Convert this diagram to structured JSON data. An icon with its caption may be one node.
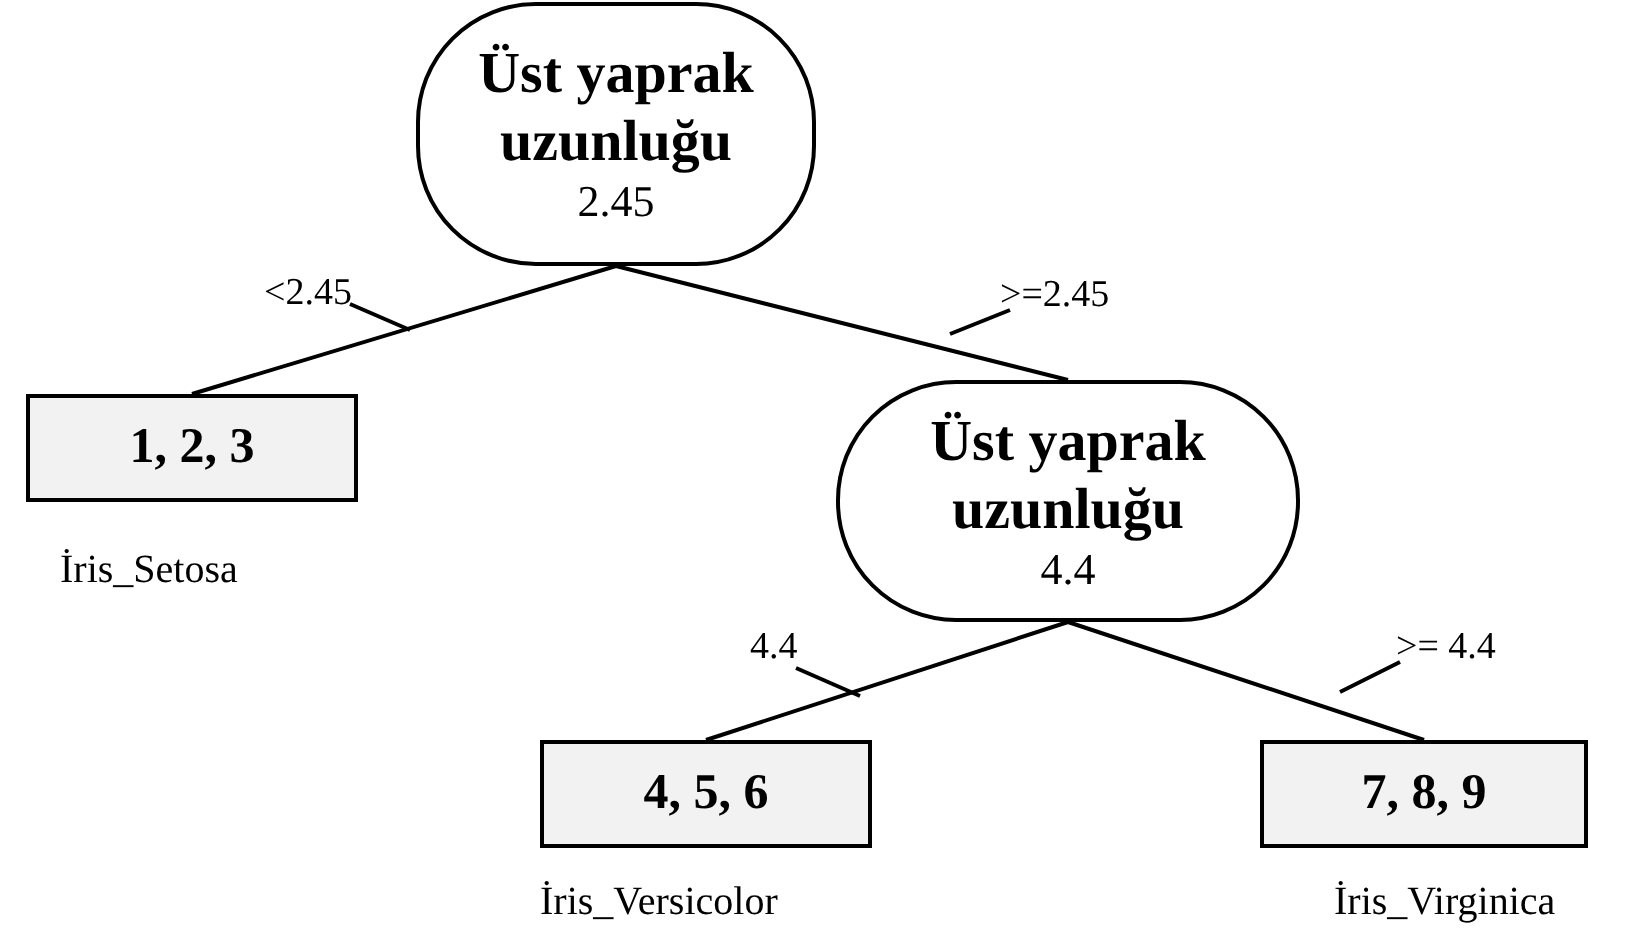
{
  "diagram": {
    "nodes": [
      {
        "text": [
          "Üst yaprak uzunluğu",
          "2.45"
        ]
      },
      {
        "text": [
          "1, 2, 3"
        ],
        "beside": [
          "İris_Setosa"
        ]
      },
      {
        "text": [
          "Üst yaprak uzunluğu",
          "4.4"
        ]
      },
      {
        "text": [
          "4, 5, 6"
        ],
        "beside": [
          "İris_Versicolor"
        ]
      },
      {
        "text": [
          "7, 8, 9"
        ],
        "beside": [
          "İris_Virginica"
        ]
      }
    ],
    "edges": [
      {
        "from": 0,
        "to": 1,
        "arrow": "none",
        "label": "<2.45"
      },
      {
        "from": 0,
        "to": 2,
        "arrow": "none",
        "label": ">=2.45"
      },
      {
        "from": 2,
        "to": 3,
        "arrow": "none",
        "label": "4.4"
      },
      {
        "from": 2,
        "to": 4,
        "arrow": "none",
        "label": ">= 4.4"
      }
    ]
  }
}
